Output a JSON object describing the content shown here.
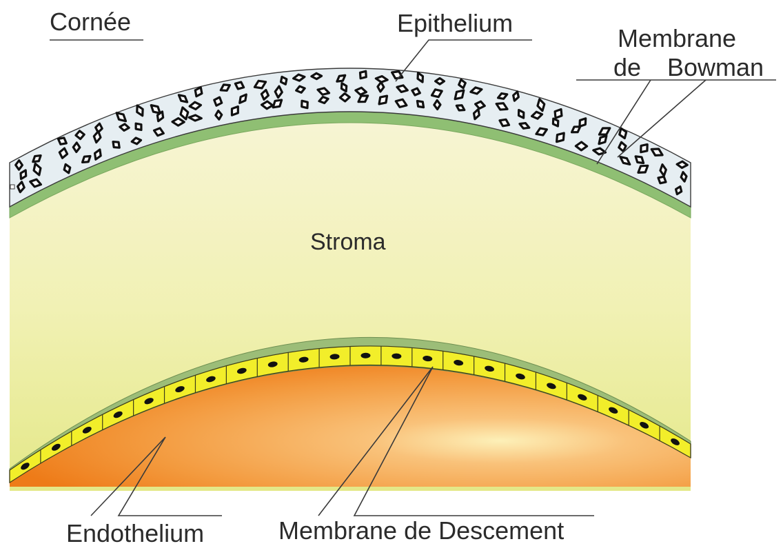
{
  "labels": {
    "cornee": "Cornée",
    "epithelium": "Epithelium",
    "bowman_line1": "Membrane",
    "bowman_line2_de": "de",
    "bowman_line2_name": "Bowman",
    "stroma": "Stroma",
    "endothelium": "Endothelium",
    "descemet": "Membrane de Descement"
  },
  "colors": {
    "epithelium_fill": "#e6eef2",
    "bowman_band": "#8fbf73",
    "stroma_top": "#f7f3cf",
    "stroma_bottom": "#e6ea86",
    "descemet_band": "#9cbd78",
    "endothelial_cell": "#f2ee2a",
    "nucleus": "#111111",
    "anterior_chamber_left": "#ef7f1c",
    "anterior_chamber_right": "#f8b46a",
    "leader_line": "#3a3a3a"
  }
}
